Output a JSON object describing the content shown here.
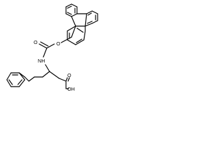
{
  "molecule": {
    "labels": {
      "carbamate_o": "O",
      "carbonyl_o": "O",
      "amine": "NH",
      "acid_o": "O",
      "acid_oh": "OH"
    },
    "colors": {
      "bond": "#000000",
      "label": "#000000",
      "background": "#ffffff"
    }
  }
}
